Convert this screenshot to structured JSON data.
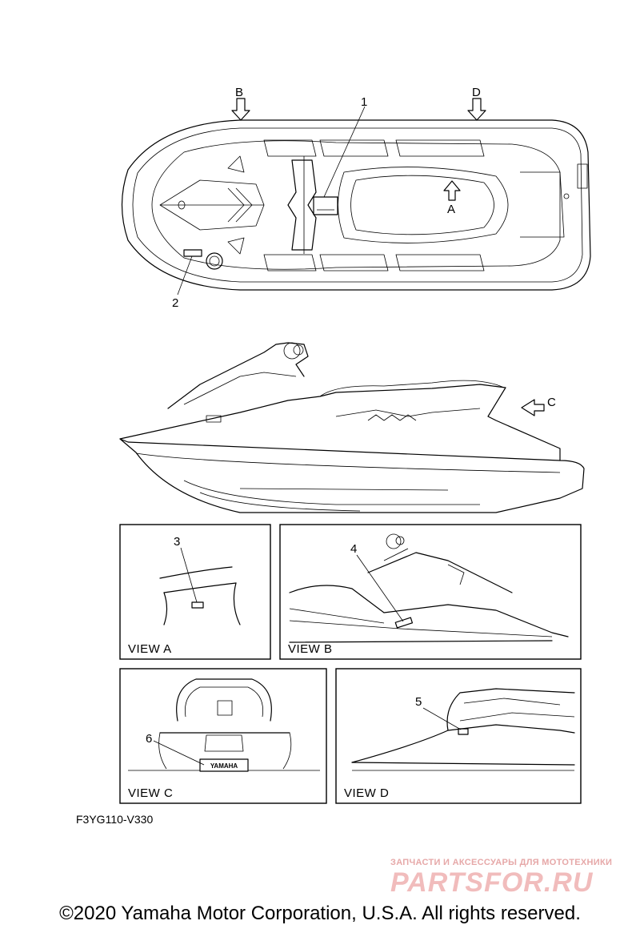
{
  "callouts": {
    "c1": "1",
    "c2": "2",
    "c3": "3",
    "c4": "4",
    "c5": "5",
    "c6": "6"
  },
  "view_markers": {
    "a": "A",
    "b": "B",
    "c": "C",
    "d": "D"
  },
  "views": {
    "a": "VIEW A",
    "b": "VIEW B",
    "c": "VIEW C",
    "d": "VIEW D"
  },
  "figure_code": "F3YG110-V330",
  "watermark": {
    "tagline": "ЗАПЧАСТИ И АКСЕССУАРЫ ДЛЯ МОТОТЕХНИКИ",
    "brand": "PARTSFOR.RU",
    "color": "#f1bcbc"
  },
  "copyright": "©2020 Yamaha Motor Corporation, U.S.A. All rights reserved."
}
